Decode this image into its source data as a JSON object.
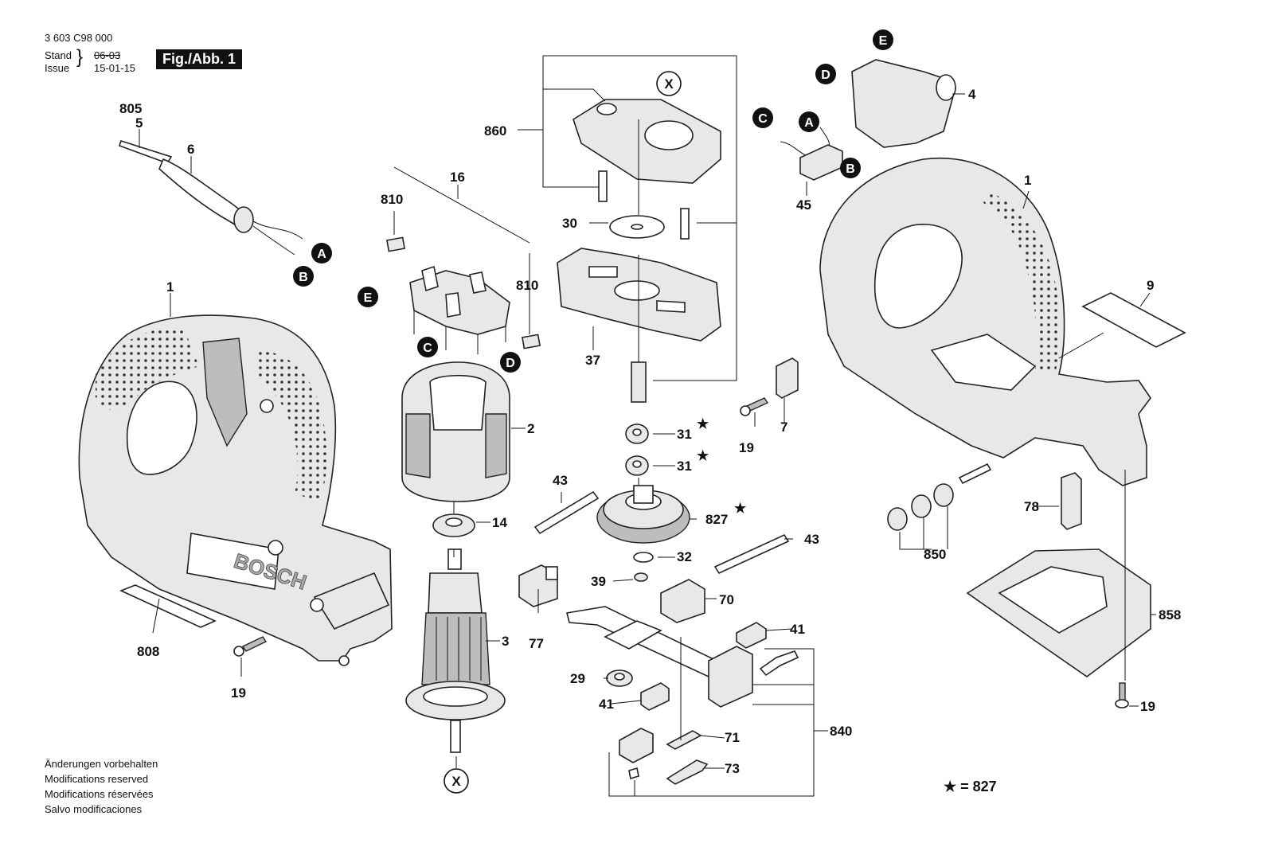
{
  "header": {
    "doc_number": "3 603 C98 000",
    "stand_label": "Stand",
    "issue_label": "Issue",
    "old_date": "06-03",
    "new_date": "15-01-15",
    "figure_label": "Fig./Abb. 1"
  },
  "footer_notes": [
    "Änderungen vorbehalten",
    "Modifications reserved",
    "Modifications réservées",
    "Salvo modificaciones"
  ],
  "legend": "★ = 827",
  "brand_on_housing": "BOSCH",
  "part_labels": {
    "p805": "805",
    "p5": "5",
    "p6": "6",
    "p1_left": "1",
    "p808": "808",
    "p19_left": "19",
    "p16": "16",
    "p810_a": "810",
    "p810_b": "810",
    "p2": "2",
    "p14": "14",
    "p3": "3",
    "p860": "860",
    "p30": "30",
    "p37": "37",
    "p31_a": "31",
    "p31_b": "31",
    "p43_a": "43",
    "p827": "827",
    "p32": "32",
    "p39": "39",
    "p77": "77",
    "p70": "70",
    "p43_b": "43",
    "p41_a": "41",
    "p29": "29",
    "p41_b": "41",
    "p71": "71",
    "p73": "73",
    "p840": "840",
    "p4": "4",
    "p45": "45",
    "p1_right": "1",
    "p9": "9",
    "p7": "7",
    "p19_mid": "19",
    "p78": "78",
    "p850": "850",
    "p858": "858",
    "p19_right": "19"
  },
  "callouts": {
    "A1": "A",
    "B1": "B",
    "E1": "E",
    "C1": "C",
    "D1": "D",
    "E2": "E",
    "D2": "D",
    "C2": "C",
    "A2": "A",
    "B2": "B",
    "X1": "X",
    "X2": "X"
  },
  "star_marks": [
    "★",
    "★",
    "★"
  ]
}
